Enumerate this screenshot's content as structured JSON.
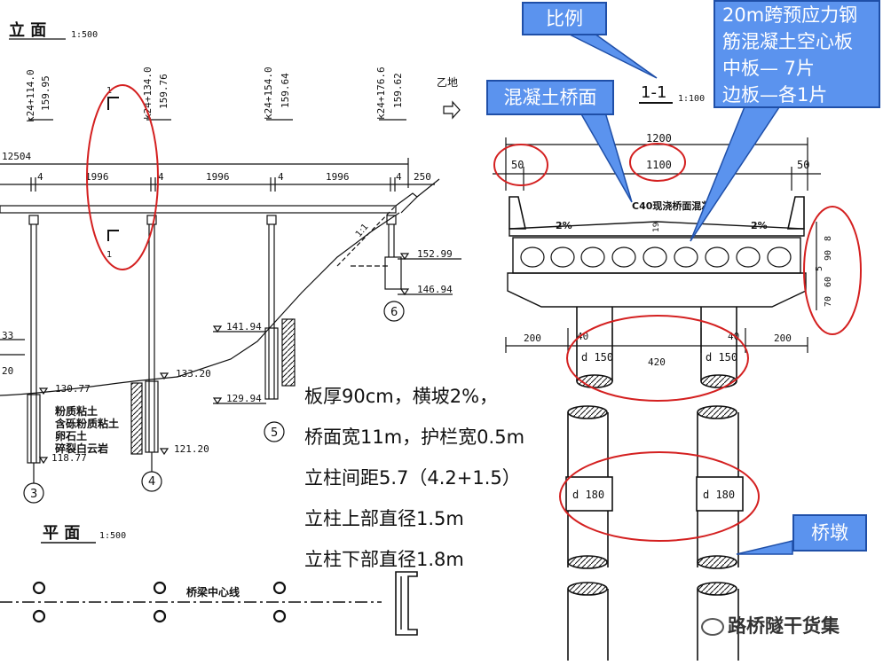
{
  "elevation": {
    "title": "立 面",
    "scale": "1:500",
    "stations": [
      {
        "km": "k24+114.0",
        "elev": "159.95"
      },
      {
        "km": "k24+134.0",
        "elev": "159.76"
      },
      {
        "km": "k24+154.0",
        "elev": "159.64"
      },
      {
        "km": "k24+176.6",
        "elev": "159.62"
      }
    ],
    "direction_label": "乙地",
    "total_length": "12504",
    "spans": [
      "1996",
      "1996",
      "1996"
    ],
    "joint_width": "4",
    "end_length": "250",
    "section_mark": "1",
    "slope_label": "1:1",
    "elevations": [
      "152.99",
      "146.94",
      "141.94",
      "133.20",
      "130.77",
      "129.94",
      "121.20",
      "118.77"
    ],
    "left_edge_numbers": [
      "33",
      "20"
    ],
    "soil_layers": [
      "粉质粘土",
      "含砾粉质粘土",
      "卵石土",
      "碎裂白云岩"
    ],
    "pier_numbers": [
      "3",
      "4",
      "5",
      "6"
    ]
  },
  "plan": {
    "title": "平 面",
    "scale": "1:500",
    "center_line": "桥梁中心线"
  },
  "section": {
    "title": "1-1",
    "scale": "1:100",
    "total_width": "1200",
    "middle_width": "1100",
    "side_width": "50",
    "deck_label": "C40现浇桥面混凝",
    "slope": "2%",
    "deck_dim": "19",
    "right_dims": [
      "8",
      "90",
      "5",
      "60",
      "70"
    ],
    "bottom_dims": [
      "200",
      "40",
      "420",
      "40",
      "200"
    ],
    "upper_col": "d 150",
    "lower_col": "d 180"
  },
  "callouts": {
    "scale": "比例",
    "deck": "混凝土桥面",
    "slab": [
      "20m跨预应力钢",
      "筋混凝土空心板",
      "中板— 7片",
      "边板—各1片"
    ],
    "pier": "桥墩"
  },
  "notes": [
    "板厚90cm，横坡2%，",
    "桥面宽11m，护栏宽0.5m",
    "立柱间距5.7（4.2+1.5）",
    "立柱上部直径1.5m",
    "立柱下部直径1.8m"
  ],
  "watermark": "路桥隧干货集",
  "colors": {
    "callout_fill": "#5b93ee",
    "callout_border": "#1f4fa8",
    "highlight": "#d42020",
    "line": "#111111"
  }
}
